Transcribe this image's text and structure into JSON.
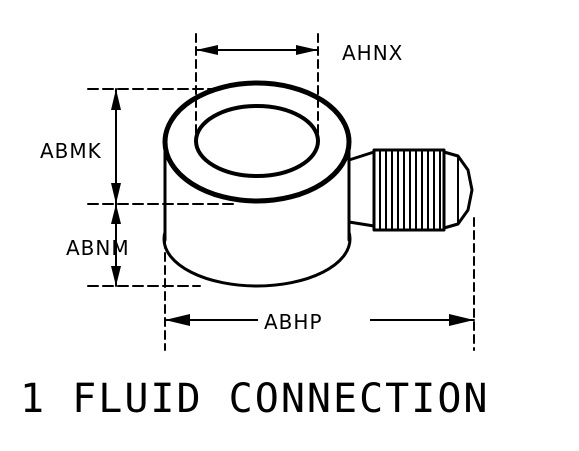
{
  "labels": {
    "ahnx": "AHNX",
    "abmk": "ABMK",
    "abnm": "ABNM",
    "abhp": "ABHP"
  },
  "caption": "1 FLUID CONNECTION"
}
